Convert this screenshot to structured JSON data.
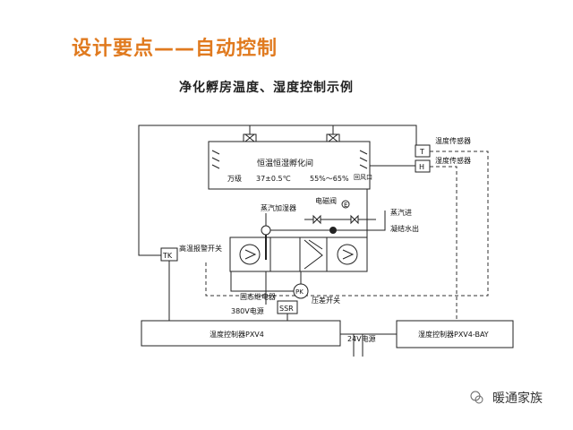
{
  "slide": {
    "title": "设计要点——自动控制"
  },
  "diagram": {
    "title": "净化孵房温度、湿度控制示例",
    "room": {
      "name": "恒温恒湿孵化间",
      "grade": "万级",
      "temperature": "37±0.5℃",
      "humidity": "55%～65%",
      "left_vent_label": "",
      "right_vent_label": "回风口"
    },
    "sensors": [
      {
        "symbol": "T",
        "label": "温度传感器"
      },
      {
        "symbol": "H",
        "label": "湿度传感器"
      }
    ],
    "components": {
      "tk_symbol": "TK",
      "tk_label": "高温报警开关",
      "humidifier": "蒸汽加湿器",
      "solenoid_valve": "电磁阀",
      "valve_mark": "E",
      "steam_in": "蒸汽进",
      "condensate_out": "凝结水出",
      "pk_symbol": "PK",
      "pk_label": "压差开关",
      "ssr_symbol": "SSR",
      "ssr_label": "固态继电器",
      "power_380": "380V电源",
      "power_24": "24V电源"
    },
    "controllers": {
      "temp": "温度控制器PXV4",
      "humidity": "湿度控制器PXV4-BAY"
    }
  },
  "brand": {
    "name": "暖通家族"
  }
}
